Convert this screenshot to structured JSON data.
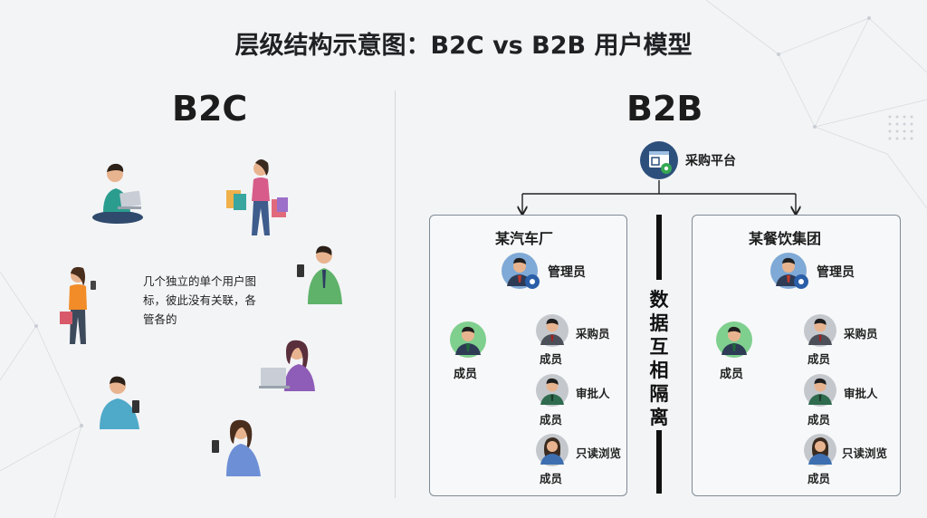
{
  "title": "层级结构示意图：B2C vs B2B 用户模型",
  "b2c": {
    "heading": "B2C",
    "description": "几个独立的单个用户图标，彼此没有关联，各管各的"
  },
  "b2b": {
    "heading": "B2B",
    "platform_label": "采购平台",
    "isolation_label": "数据互相隔离",
    "orgs": [
      {
        "name": "某汽车厂",
        "admin_label": "管理员",
        "member_main_label": "成员",
        "roles": [
          {
            "role": "采购员",
            "member": "成员"
          },
          {
            "role": "审批人",
            "member": "成员"
          },
          {
            "role": "只读浏览",
            "member": "成员"
          }
        ]
      },
      {
        "name": "某餐饮集团",
        "admin_label": "管理员",
        "member_main_label": "成员",
        "roles": [
          {
            "role": "采购员",
            "member": "成员"
          },
          {
            "role": "审批人",
            "member": "成员"
          },
          {
            "role": "只读浏览",
            "member": "成员"
          }
        ]
      }
    ]
  },
  "colors": {
    "admin_bg": "#7fa9d6",
    "member_green": "#7fcf8e",
    "role_gray": "#c4c8cd",
    "gear_blue": "#2a5fa8"
  }
}
